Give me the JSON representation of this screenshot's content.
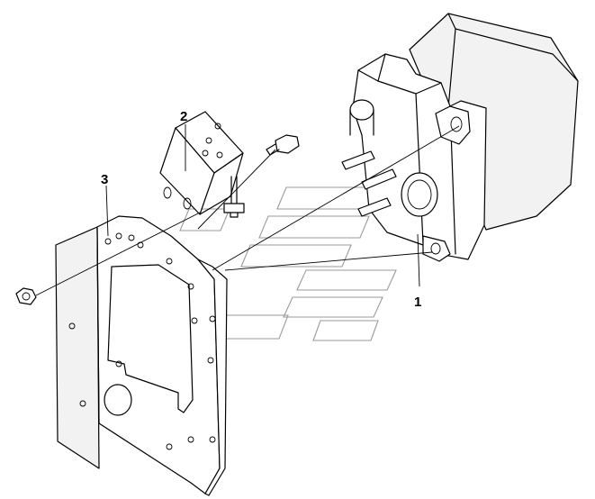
{
  "diagram": {
    "callouts": [
      {
        "id": "1",
        "label": "1"
      },
      {
        "id": "2",
        "label": "2"
      },
      {
        "id": "3",
        "label": "3"
      }
    ]
  },
  "colors": {
    "line": "#000000",
    "background": "#ffffff",
    "watermark": "#9a9a9a"
  }
}
